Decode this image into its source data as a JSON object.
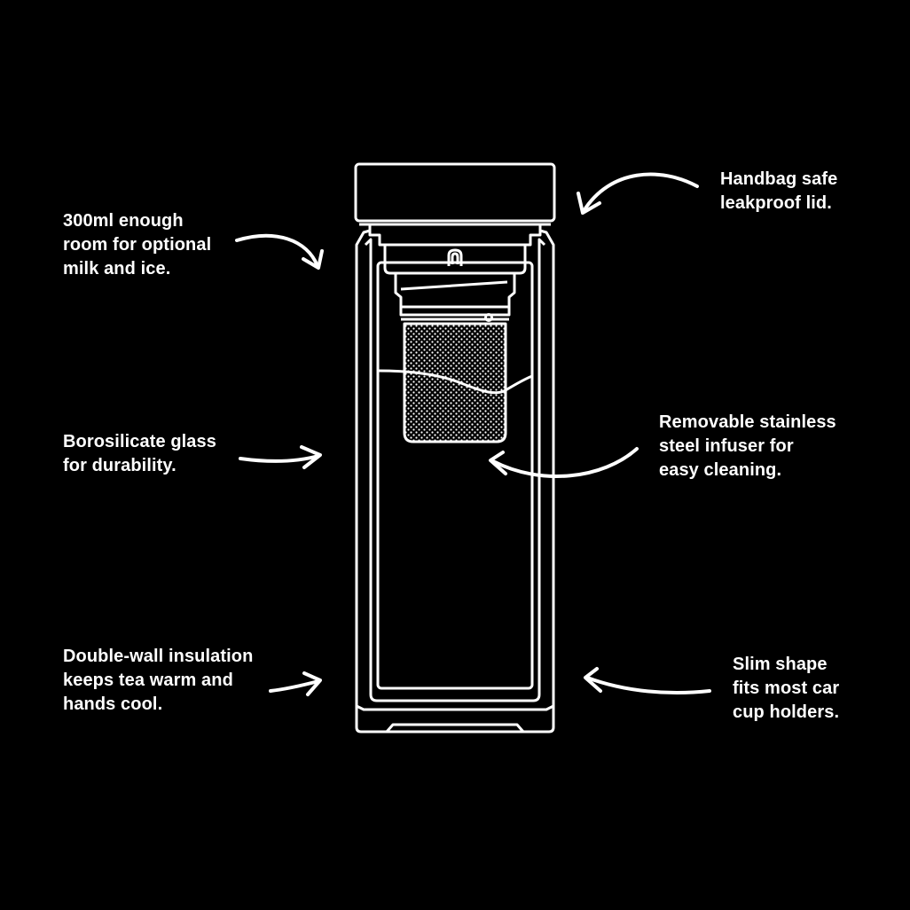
{
  "colors": {
    "background": "#000000",
    "line": "#ffffff"
  },
  "callouts": {
    "volume": {
      "lines": [
        "300ml enough",
        "room for optional",
        "milk and ice."
      ]
    },
    "glass": {
      "lines": [
        "Borosilicate glass",
        "for durability."
      ]
    },
    "insulation": {
      "lines": [
        "Double-wall insulation",
        "keeps tea warm and",
        "hands cool."
      ]
    },
    "lid": {
      "lines": [
        "Handbag safe",
        "leakproof lid."
      ]
    },
    "infuser": {
      "lines": [
        "Removable stainless",
        "steel infuser for",
        "easy cleaning."
      ]
    },
    "shape": {
      "lines": [
        "Slim shape",
        "fits most car",
        "cup holders."
      ]
    }
  }
}
